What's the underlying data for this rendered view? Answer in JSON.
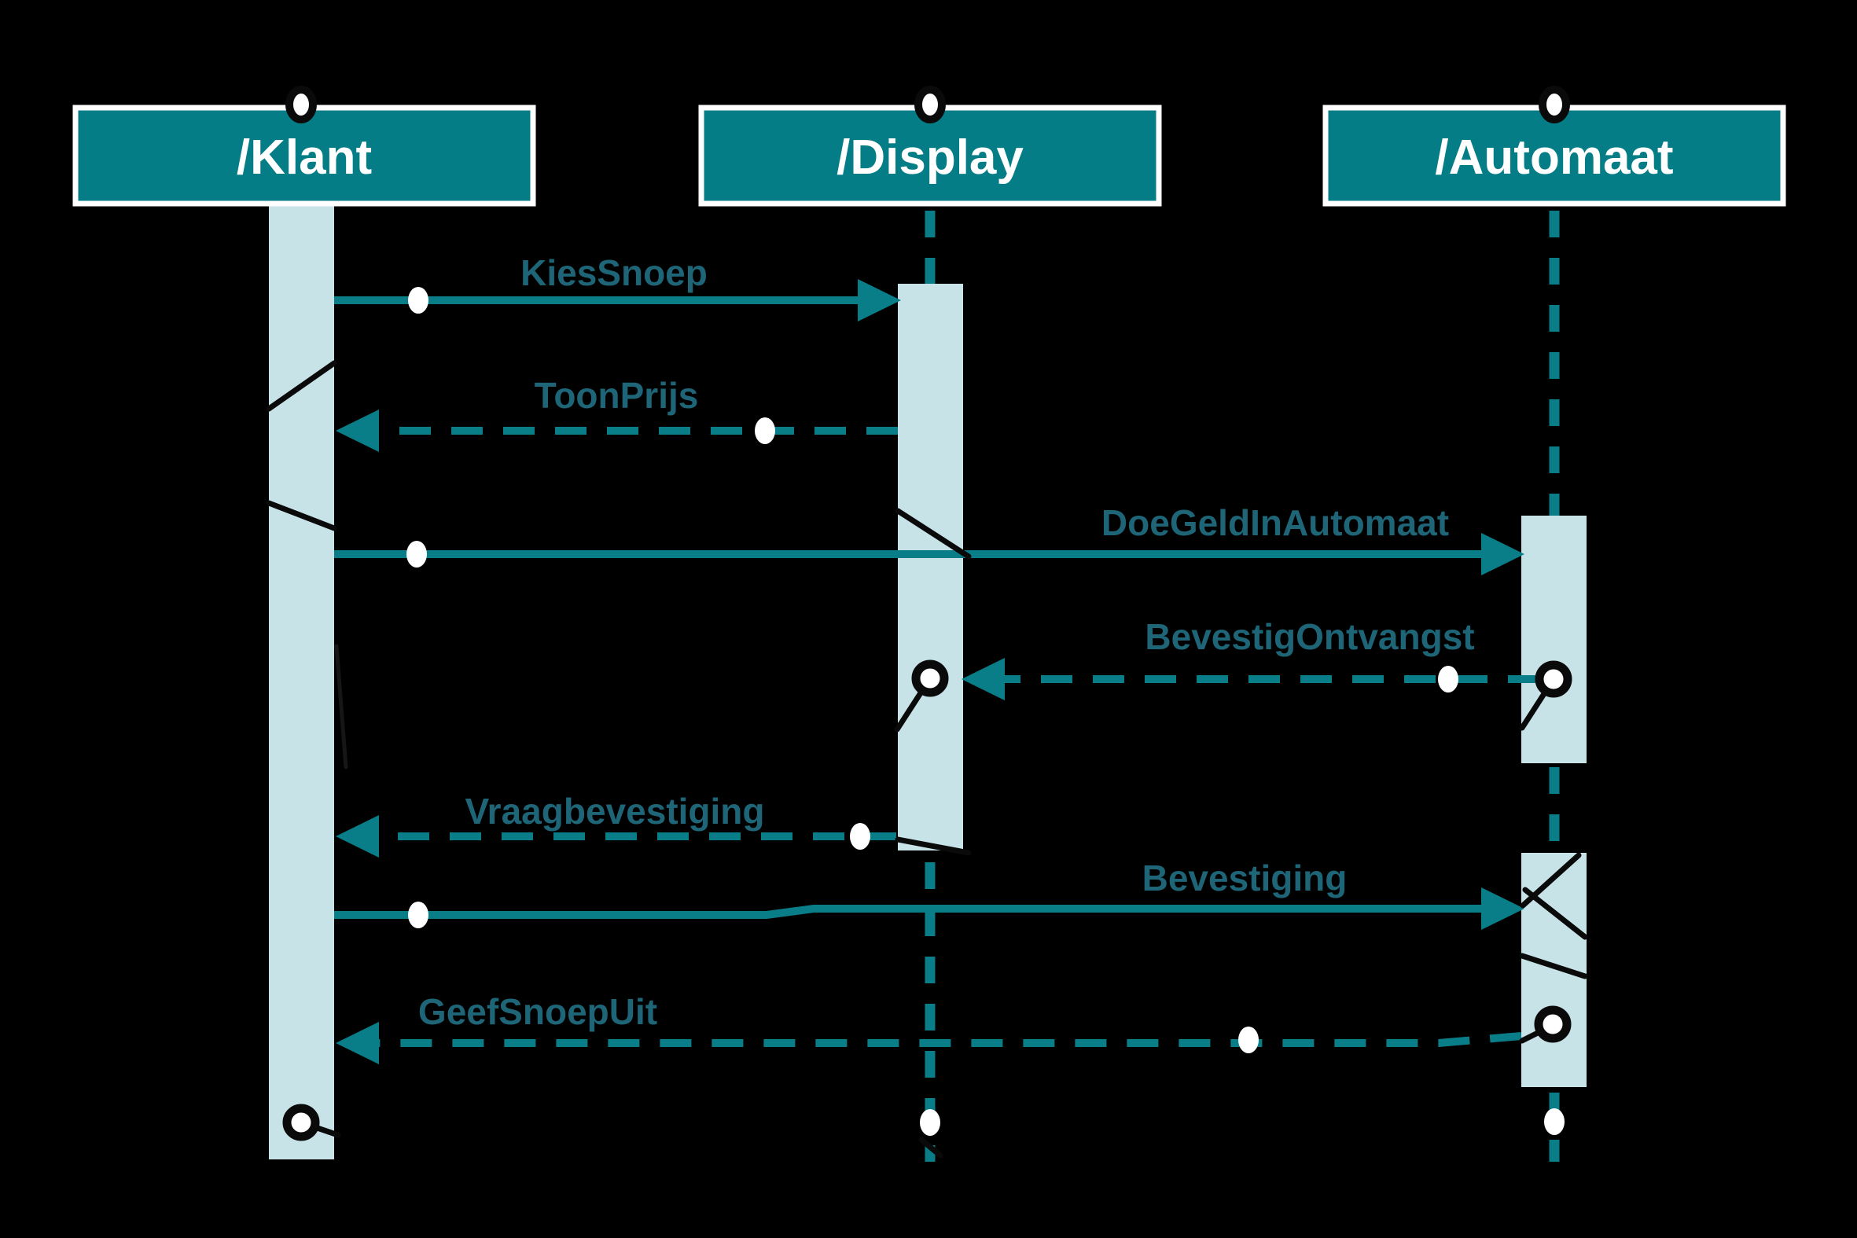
{
  "diagram": {
    "type": "uml-sequence",
    "background_color": "#000000",
    "colors": {
      "participant_fill": "#047D87",
      "participant_border": "#FFFFFF",
      "participant_text": "#FFFFFF",
      "line_teal": "#0A7E88",
      "message_label_text": "#1D6577",
      "activation_fill": "#C8E3E8",
      "handle_fill": "#FFFFFF",
      "handle_ring": "#0A0A0A"
    },
    "participants": [
      {
        "id": "klant",
        "label": "/Klant"
      },
      {
        "id": "display",
        "label": "/Display"
      },
      {
        "id": "automaat",
        "label": "/Automaat"
      }
    ],
    "messages": [
      {
        "label": "KiesSnoep",
        "from": "klant",
        "to": "display",
        "style": "solid"
      },
      {
        "label": "ToonPrijs",
        "from": "display",
        "to": "klant",
        "style": "dashed"
      },
      {
        "label": "DoeGeldInAutomaat",
        "from": "klant",
        "to": "automaat",
        "style": "solid"
      },
      {
        "label": "BevestigOntvangst",
        "from": "automaat",
        "to": "display",
        "style": "dashed"
      },
      {
        "label": "Vraagbevestiging",
        "from": "display",
        "to": "klant",
        "style": "dashed"
      },
      {
        "label": "Bevestiging",
        "from": "klant",
        "to": "automaat",
        "style": "solid"
      },
      {
        "label": "GeefSnoepUit",
        "from": "automaat",
        "to": "klant",
        "style": "dashed"
      }
    ]
  }
}
